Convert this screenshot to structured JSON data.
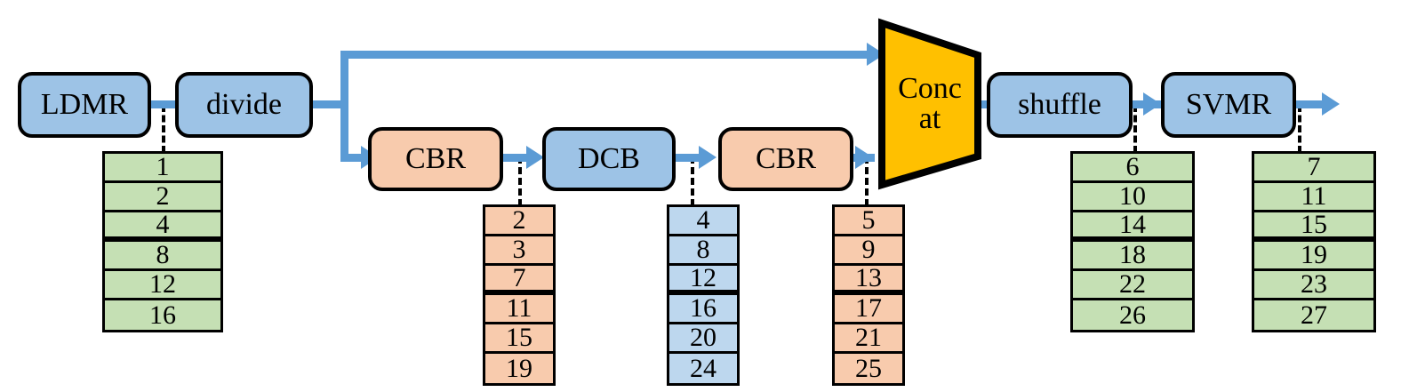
{
  "diagram": {
    "title": "Network module pipeline with channel index tables",
    "colors": {
      "blue_node": "#9DC3E6",
      "peach_node": "#F8CBAD",
      "gold_node": "#FFC000",
      "green_table": "#C5E0B4",
      "blue_table": "#BDD7EE",
      "peach_table": "#F8CBAD",
      "connector": "#5B9BD5",
      "outline": "#000000"
    },
    "nodes": [
      {
        "id": "ldmr",
        "label": "LDMR",
        "shape": "rounded-rect",
        "fill": "blue"
      },
      {
        "id": "divide",
        "label": "divide",
        "shape": "rounded-rect",
        "fill": "blue"
      },
      {
        "id": "cbr1",
        "label": "CBR",
        "shape": "rounded-rect",
        "fill": "peach"
      },
      {
        "id": "dcb",
        "label": "DCB",
        "shape": "rounded-rect",
        "fill": "blue"
      },
      {
        "id": "cbr2",
        "label": "CBR",
        "shape": "rounded-rect",
        "fill": "peach"
      },
      {
        "id": "concat",
        "label": "Concat",
        "label_line1": "Conc",
        "label_line2": "at",
        "shape": "trapezoid",
        "fill": "gold"
      },
      {
        "id": "shuffle",
        "label": "shuffle",
        "shape": "rounded-rect",
        "fill": "blue"
      },
      {
        "id": "svmr",
        "label": "SVMR",
        "shape": "rounded-rect",
        "fill": "blue"
      }
    ],
    "tables": [
      {
        "id": "t-ldmr",
        "owner": "ldmr",
        "fill": "green",
        "thick_after_row": 3,
        "values": [
          "1",
          "2",
          "4",
          "8",
          "12",
          "16"
        ]
      },
      {
        "id": "t-cbr1",
        "owner": "cbr1",
        "fill": "peach",
        "thick_after_row": 3,
        "values": [
          "2",
          "3",
          "7",
          "11",
          "15",
          "19"
        ]
      },
      {
        "id": "t-dcb",
        "owner": "dcb",
        "fill": "blue",
        "thick_after_row": 3,
        "values": [
          "4",
          "8",
          "12",
          "16",
          "20",
          "24"
        ]
      },
      {
        "id": "t-cbr2",
        "owner": "cbr2",
        "fill": "peach",
        "thick_after_row": 3,
        "values": [
          "5",
          "9",
          "13",
          "17",
          "21",
          "25"
        ]
      },
      {
        "id": "t-shuffle",
        "owner": "shuffle",
        "fill": "green",
        "thick_after_row": 3,
        "values": [
          "6",
          "10",
          "14",
          "18",
          "22",
          "26"
        ]
      },
      {
        "id": "t-svmr",
        "owner": "svmr",
        "fill": "green",
        "thick_after_row": 3,
        "values": [
          "7",
          "11",
          "15",
          "19",
          "23",
          "27"
        ]
      }
    ]
  }
}
